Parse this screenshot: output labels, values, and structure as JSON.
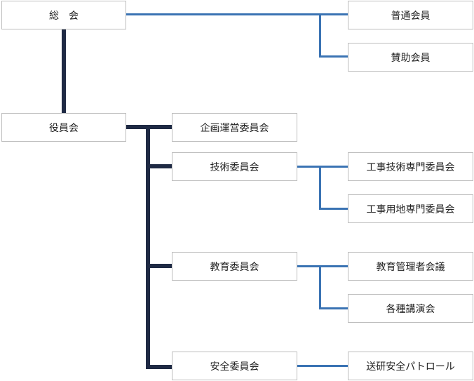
{
  "colors": {
    "primary_line": "#1f2a44",
    "secondary_line": "#3a73b3",
    "box_border": "#bdbdbd",
    "text": "#222222"
  },
  "nodes": {
    "general_meeting": "総　会",
    "regular_members": "普通会員",
    "supporting_members": "賛助会員",
    "board": "役員会",
    "planning_committee": "企画運営委員会",
    "technical_committee": "技術委員会",
    "construction_tech_committee": "工事技術専門委員会",
    "construction_land_committee": "工事用地専門委員会",
    "education_committee": "教育委員会",
    "education_managers_meeting": "教育管理者会議",
    "lectures": "各種講演会",
    "safety_committee": "安全委員会",
    "pipeline_patrol": "送研安全パトロール"
  }
}
